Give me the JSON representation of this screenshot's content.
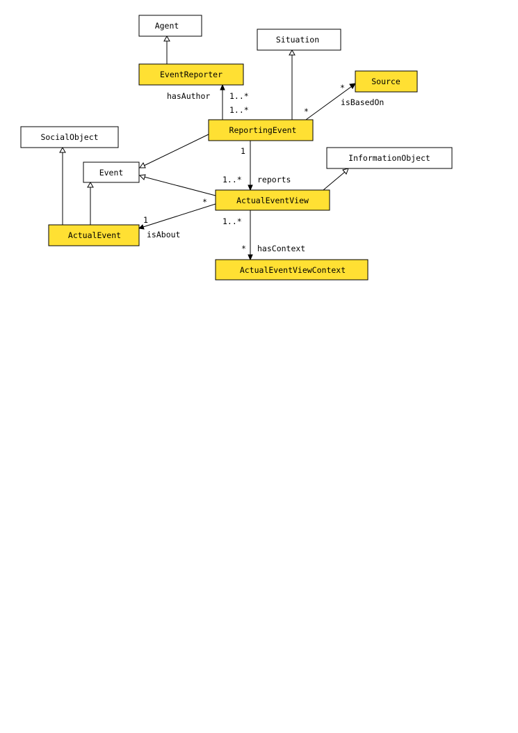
{
  "colors": {
    "highlight": "#ffe033",
    "plain": "#ffffff",
    "stroke": "#000000"
  },
  "classes": {
    "agent": "Agent",
    "event_reporter": "EventReporter",
    "situation": "Situation",
    "source": "Source",
    "social_object": "SocialObject",
    "reporting_event": "ReportingEvent",
    "event": "Event",
    "information_object": "InformationObject",
    "actual_event_view": "ActualEventView",
    "actual_event": "ActualEvent",
    "actual_event_view_context": "ActualEventViewContext"
  },
  "associations": {
    "has_author": {
      "name": "hasAuthor",
      "target_mult": "1..*",
      "source_mult": "1..*"
    },
    "is_based_on": {
      "name": "isBasedOn",
      "target_mult": "*",
      "source_mult": "*"
    },
    "reports": {
      "name": "reports",
      "source_mult": "1",
      "target_mult": "1..*"
    },
    "is_about": {
      "name": "isAbout",
      "target_mult": "1",
      "source_mult": "*"
    },
    "has_context": {
      "name": "hasContext",
      "source_mult": "1..*",
      "target_mult": "*"
    }
  }
}
